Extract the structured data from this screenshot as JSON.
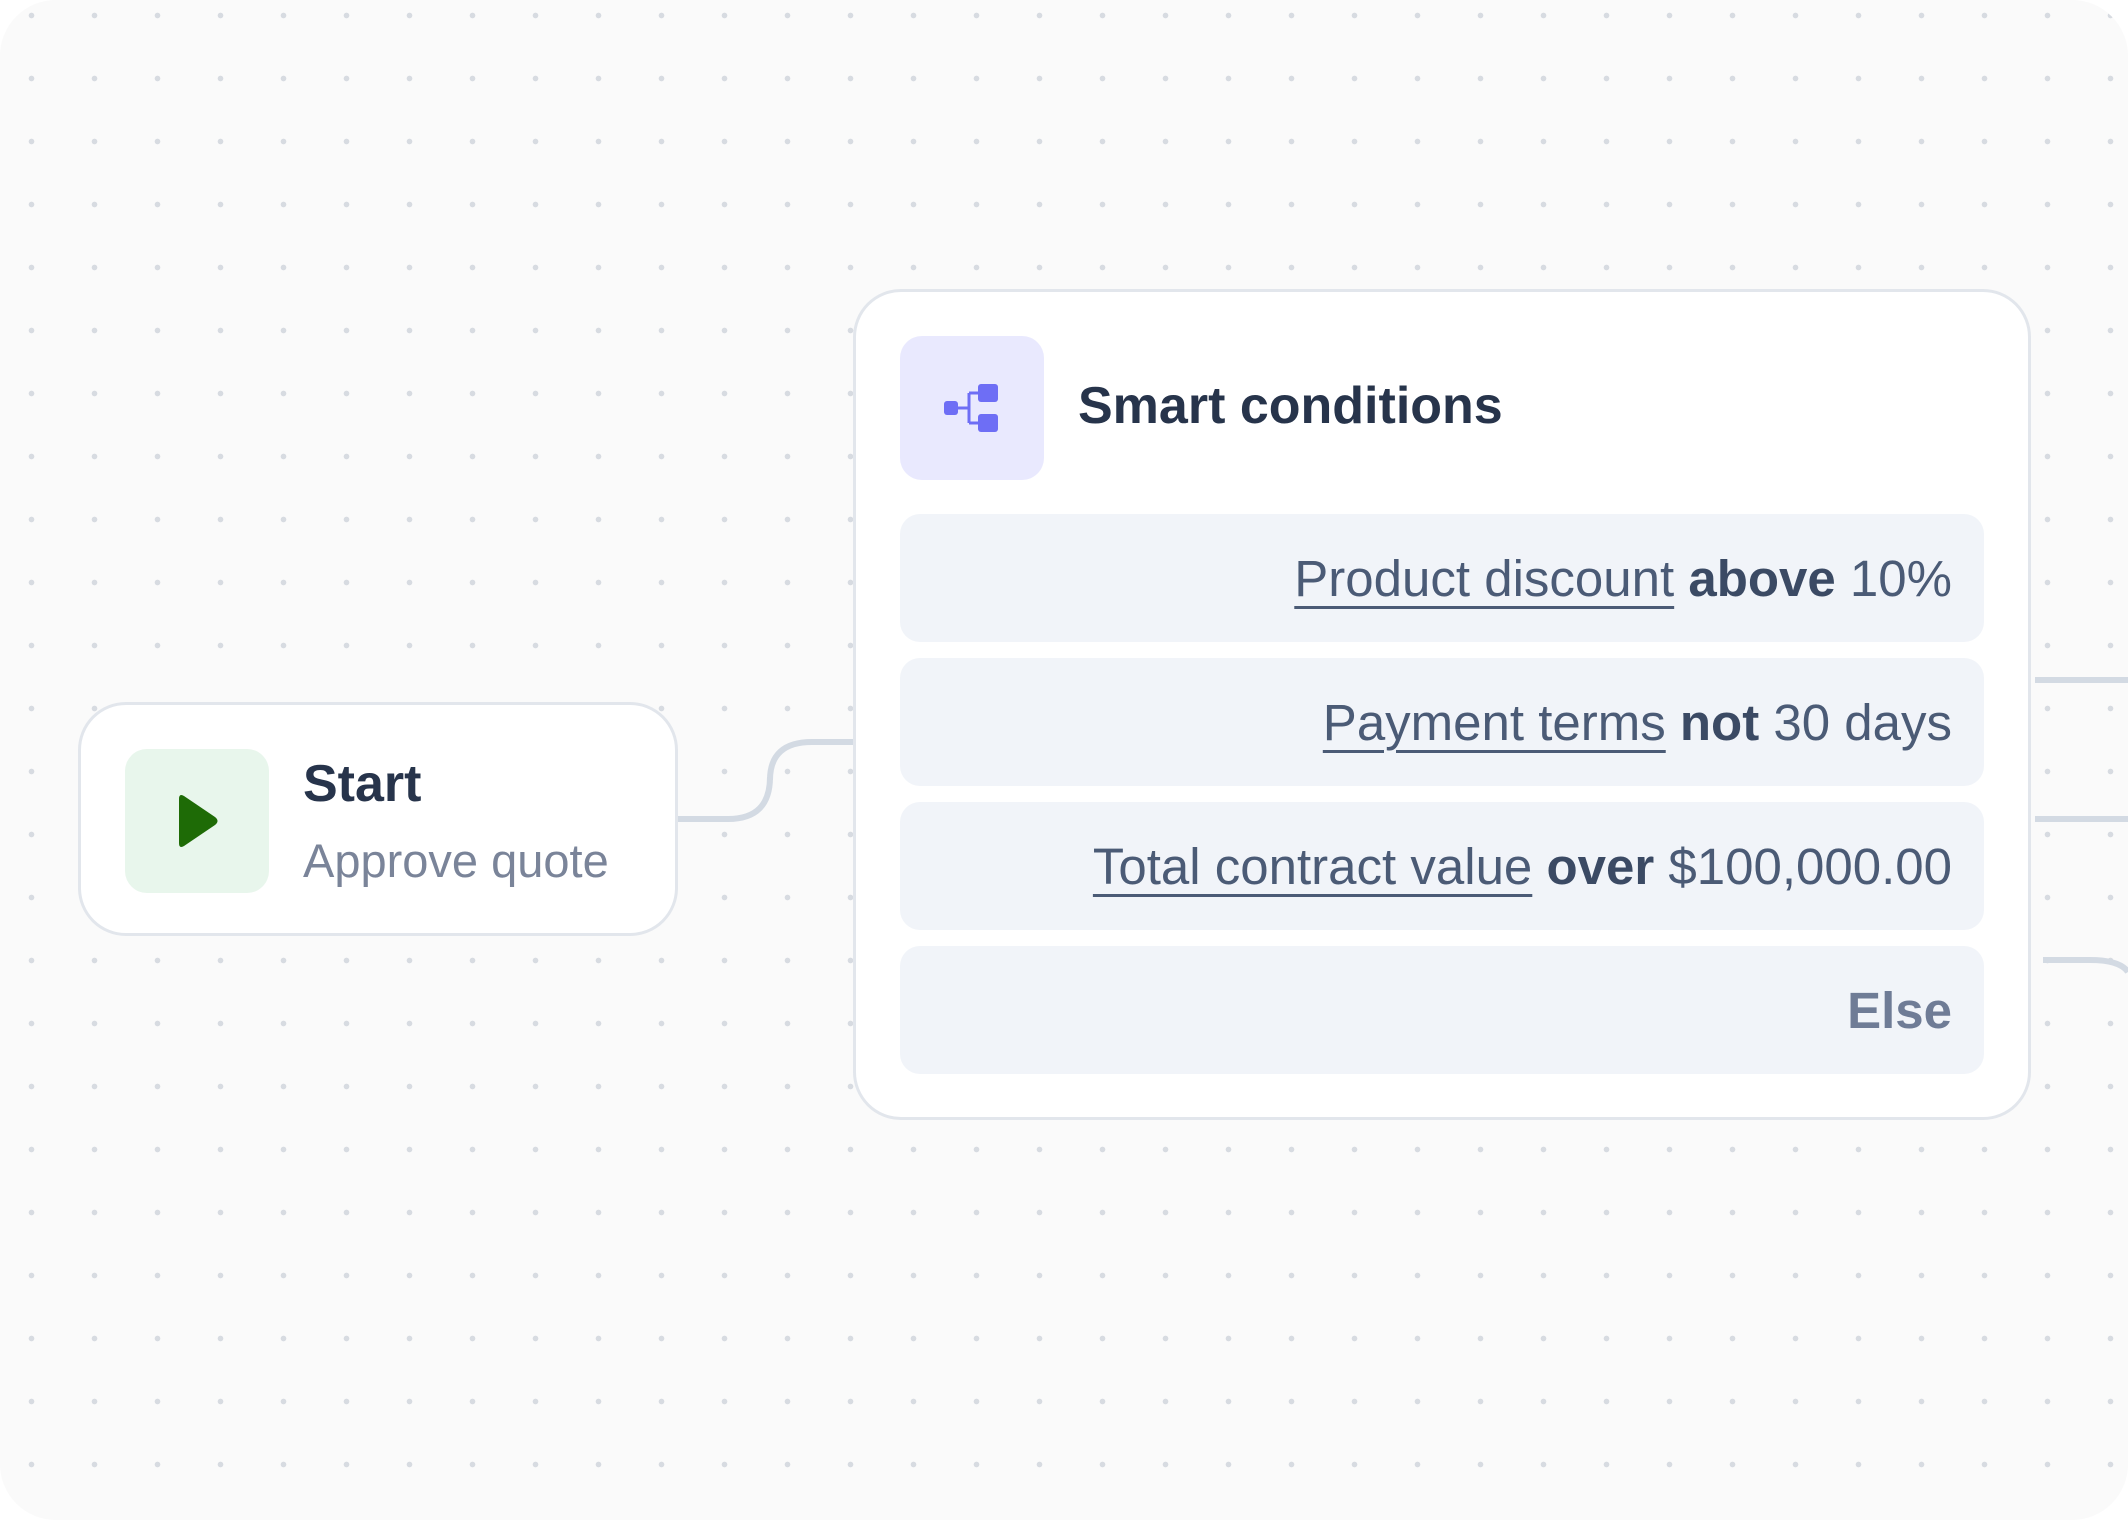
{
  "start_node": {
    "title": "Start",
    "subtitle": "Approve quote",
    "icon": "play-icon",
    "icon_color": "#1e6b06",
    "icon_bg": "#e8f6ec"
  },
  "conditions_node": {
    "title": "Smart conditions",
    "icon": "branch-icon",
    "icon_color": "#6e6ef5",
    "icon_bg": "#e9e9fe",
    "conditions": [
      {
        "field": "Product discount",
        "operator": "above",
        "value": "10%"
      },
      {
        "field": "Payment terms",
        "operator": "not",
        "value": "30 days"
      },
      {
        "field": "Total contract value",
        "operator": "over",
        "value": "$100,000.00"
      }
    ],
    "else_label": "Else"
  },
  "colors": {
    "connector": "#d3dae3",
    "card_border": "#e2e6ec",
    "row_bg": "#f1f4f9",
    "text_dark": "#27344b",
    "text_muted": "#7a8499"
  }
}
